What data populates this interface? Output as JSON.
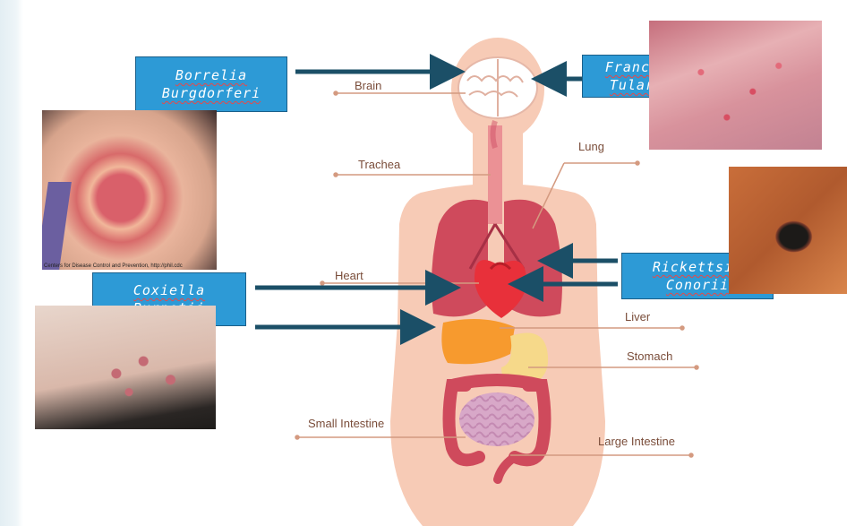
{
  "organs": {
    "brain": "Brain",
    "trachea": "Trachea",
    "lung": "Lung",
    "heart": "Heart",
    "liver": "Liver",
    "stomach": "Stomach",
    "small_intestine": "Small Intestine",
    "large_intestine": "Large Intestine"
  },
  "pathogens": {
    "borrelia": [
      "Borrelia",
      "Burgdorferi"
    ],
    "francisella": [
      "Francisella",
      "Tularensis"
    ],
    "rickettsia": [
      "Rickettsia",
      "Conorii"
    ],
    "coxiella": [
      "Coxiella",
      "Burnetii"
    ]
  },
  "photos": {
    "bullseye_credit": "Centers for Disease Control and Prevention, http://phil.cdc"
  },
  "colors": {
    "label_box": "#2d9ad6",
    "arrow": "#1b4f67",
    "body": "#f7cbb6",
    "organ_red": "#cf4a5c",
    "liver": "#f79a2e",
    "leader_line": "#d49a80"
  }
}
